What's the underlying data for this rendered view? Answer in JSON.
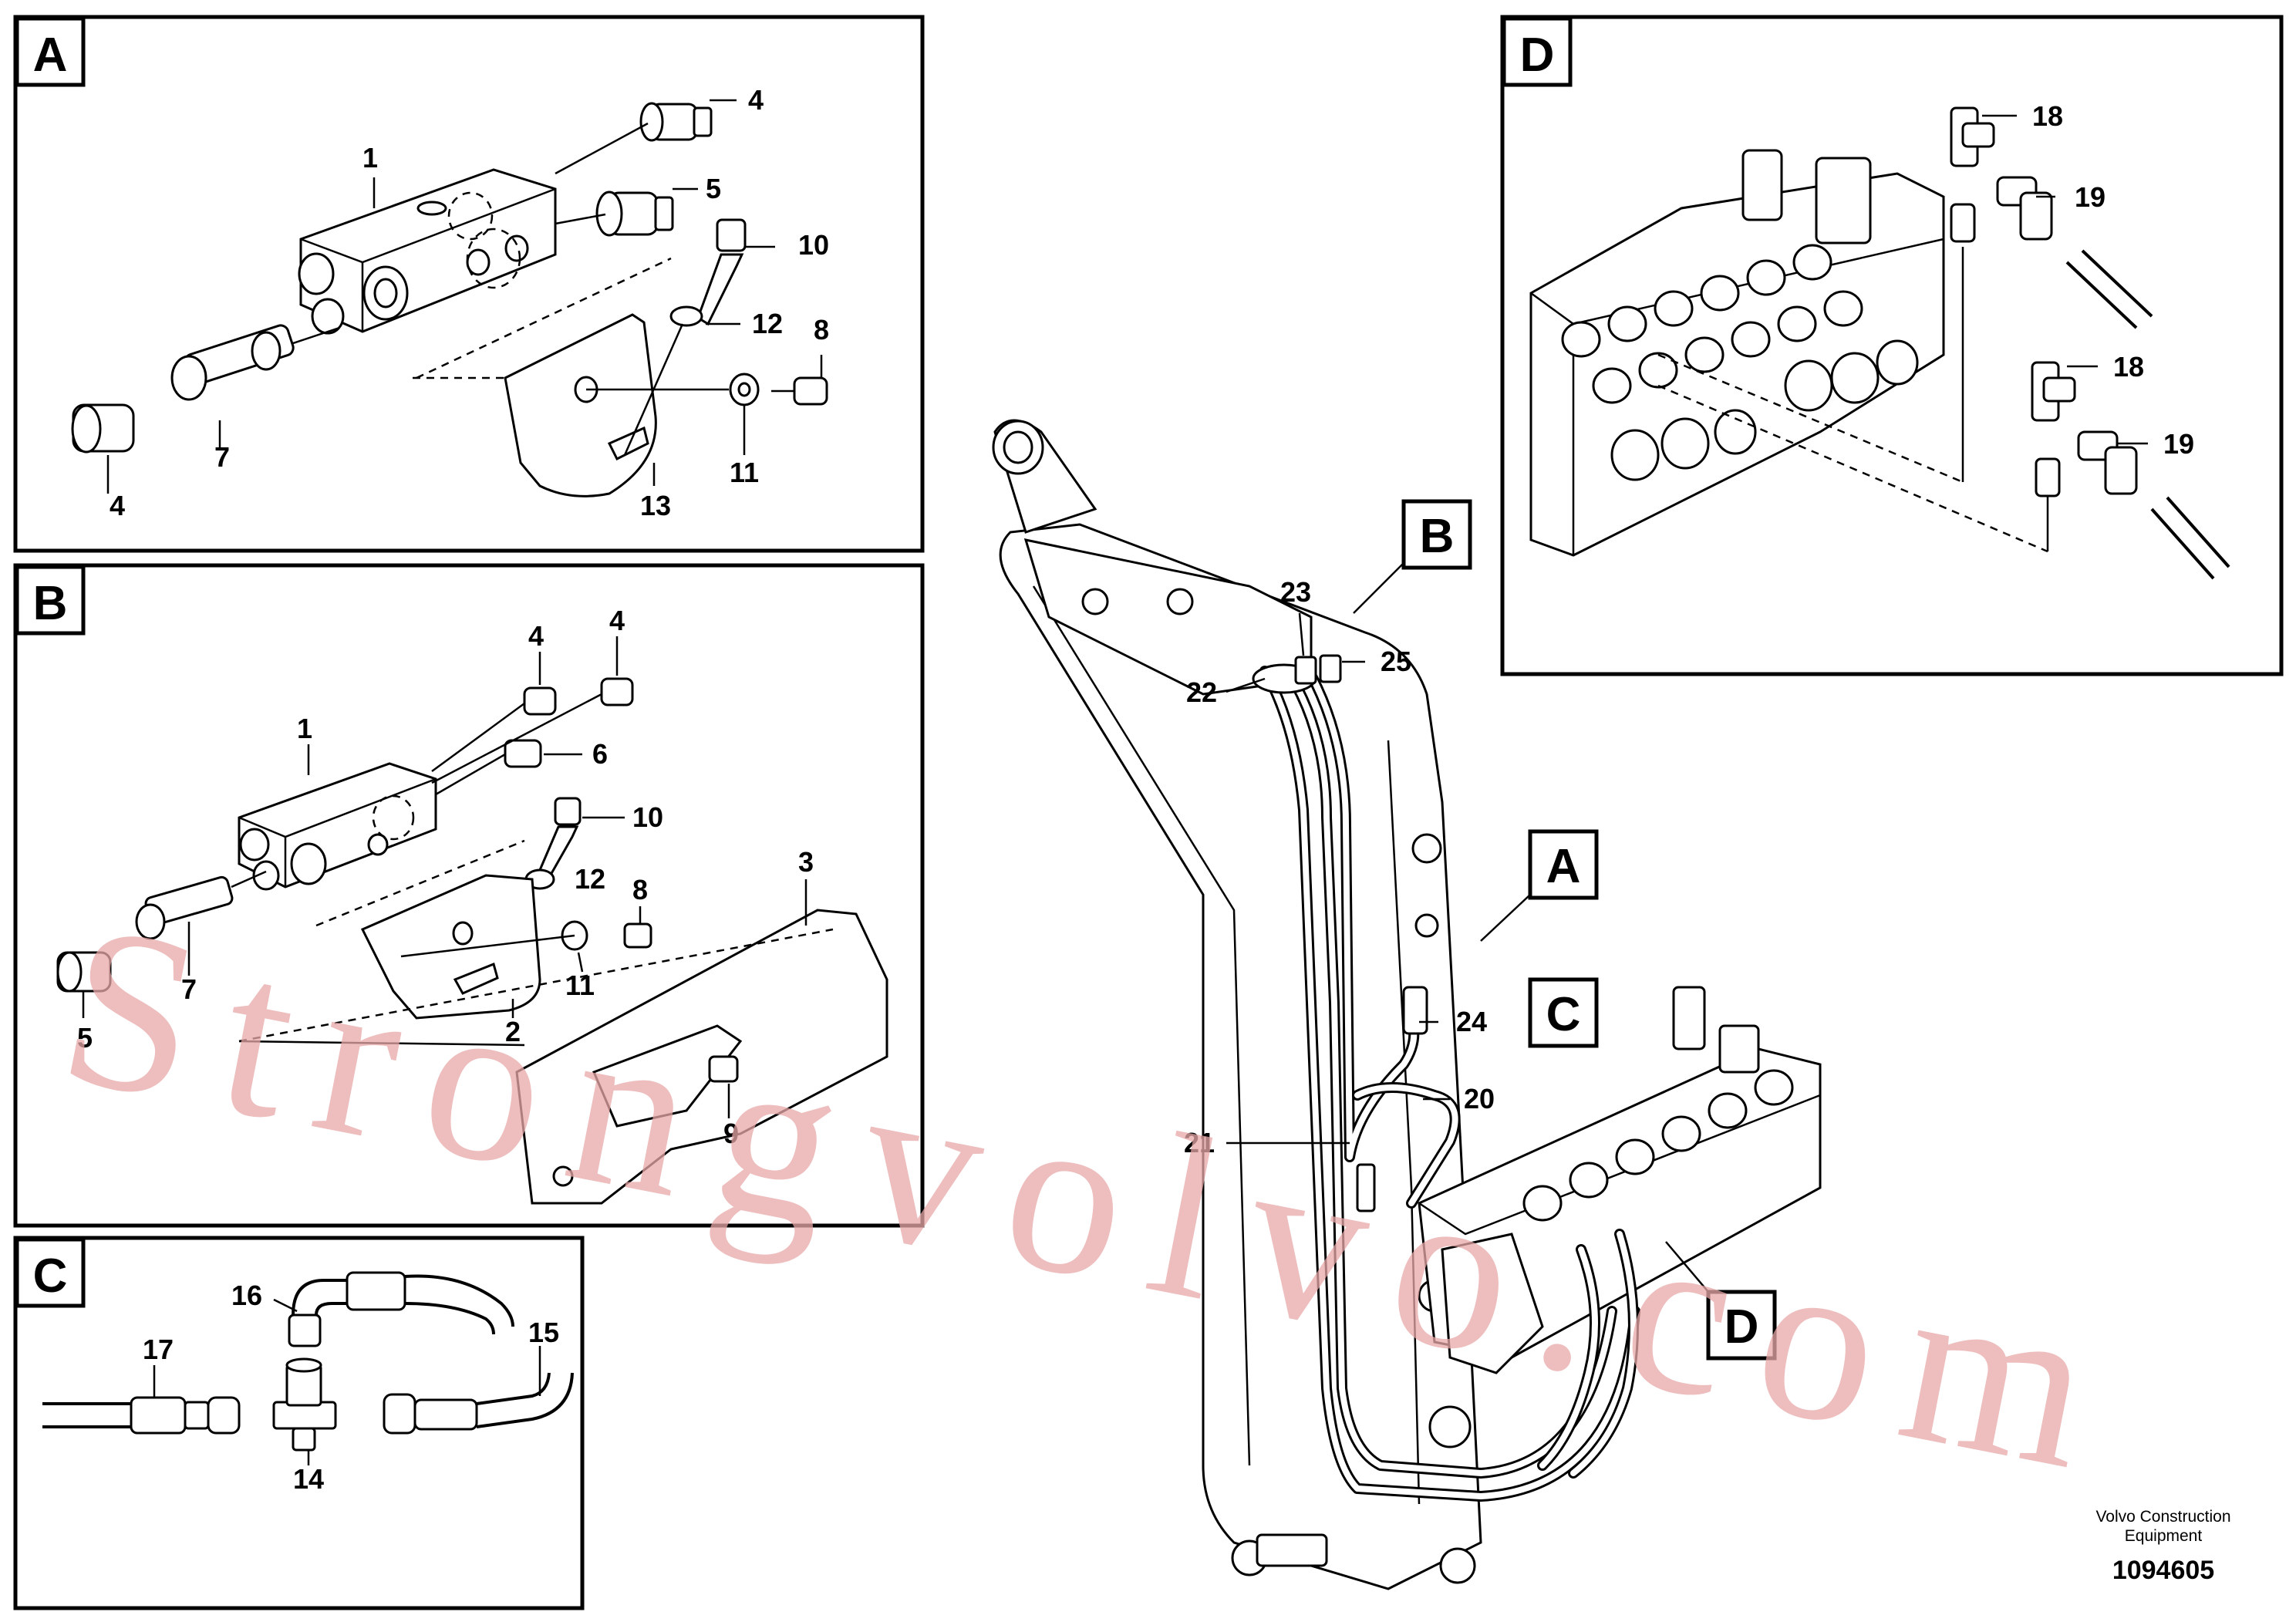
{
  "panels": {
    "A": {
      "letter": "A",
      "labels": [
        "1",
        "4",
        "5",
        "10",
        "12",
        "8",
        "7",
        "4",
        "11",
        "13"
      ]
    },
    "B": {
      "letter": "B",
      "labels": [
        "4",
        "4",
        "1",
        "6",
        "10",
        "12",
        "8",
        "3",
        "7",
        "11",
        "2",
        "5",
        "9"
      ]
    },
    "C": {
      "letter": "C",
      "labels": [
        "16",
        "15",
        "17",
        "14"
      ]
    },
    "D": {
      "letter": "D",
      "labels": [
        "18",
        "19",
        "18",
        "19"
      ]
    }
  },
  "main": {
    "callouts": [
      "B",
      "A",
      "C",
      "D"
    ],
    "labels": [
      "23",
      "22",
      "25",
      "24",
      "20",
      "21"
    ]
  },
  "watermark": "Strongvolvo.com",
  "footer": {
    "brand_line1": "Volvo Construction",
    "brand_line2": "Equipment",
    "doc_number": "1094605"
  }
}
